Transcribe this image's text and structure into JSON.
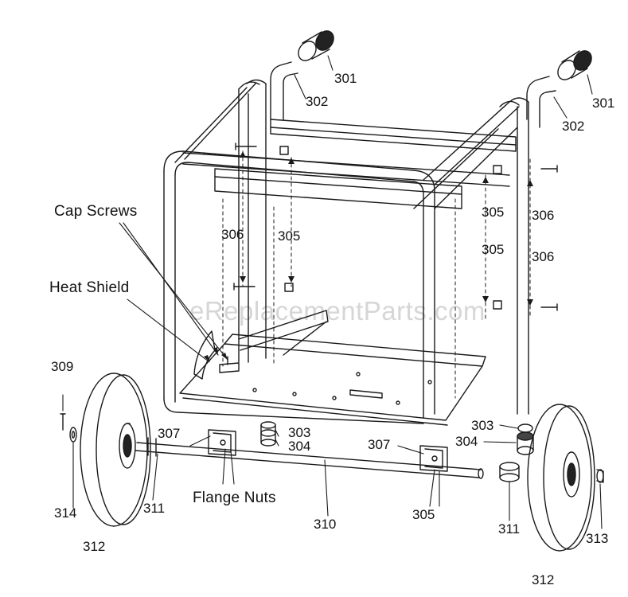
{
  "watermark": "eReplacementParts.com",
  "callouts": {
    "cap_screws": "Cap Screws",
    "heat_shield": "Heat Shield",
    "flange_nuts": "Flange Nuts"
  },
  "part_numbers": {
    "p301_left": "301",
    "p301_right": "301",
    "p302_left": "302",
    "p302_right": "302",
    "p306_a": "306",
    "p305_a": "305",
    "p305_b": "305",
    "p306_b": "306",
    "p305_c": "305",
    "p306_c": "306",
    "p309": "309",
    "p307_left": "307",
    "p303_center": "303",
    "p304_center": "304",
    "p307_right": "307",
    "p303_right": "303",
    "p304_right": "304",
    "p314": "314",
    "p311_left": "311",
    "p312_left": "312",
    "p310": "310",
    "p305_bottom": "305",
    "p311_right": "311",
    "p313": "313",
    "p312_right": "312"
  }
}
